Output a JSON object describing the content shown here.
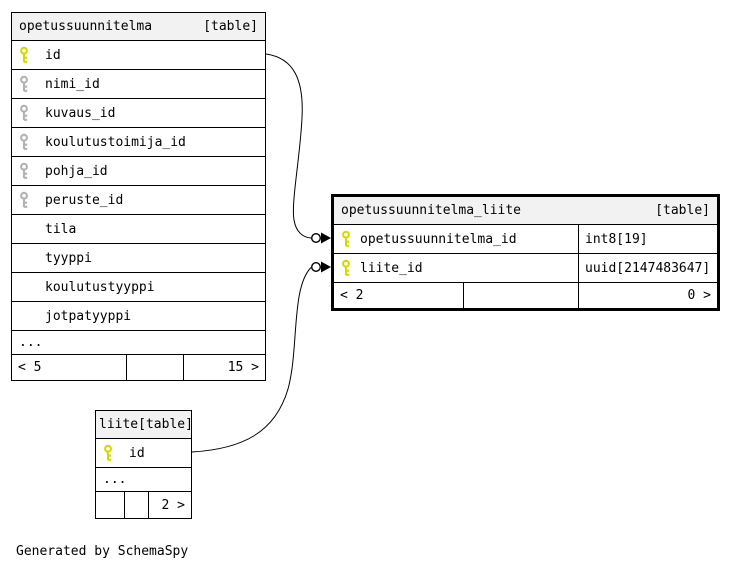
{
  "app": {
    "credit": "Generated by SchemaSpy"
  },
  "colors": {
    "primary_key_icon": "#d4da00",
    "secondary_key_icon": "#b3b3b3",
    "table_header_bg": "#f2f2f2",
    "relationship_line": "#000000"
  },
  "tables": {
    "opetussuunnitelma": {
      "title": "opetussuunnitelma",
      "tag": "[table]",
      "rows": [
        {
          "name": "id",
          "key": "primary"
        },
        {
          "name": "nimi_id",
          "key": "secondary"
        },
        {
          "name": "kuvaus_id",
          "key": "secondary"
        },
        {
          "name": "koulutustoimija_id",
          "key": "secondary"
        },
        {
          "name": "pohja_id",
          "key": "secondary"
        },
        {
          "name": "peruste_id",
          "key": "secondary"
        },
        {
          "name": "tila"
        },
        {
          "name": "tyyppi"
        },
        {
          "name": "koulutustyyppi"
        },
        {
          "name": "jotpatyyppi"
        }
      ],
      "ellipsis": "...",
      "pager": {
        "prev": "< 5",
        "next": "15 >"
      }
    },
    "opetussuunnitelma_liite": {
      "title": "opetussuunnitelma_liite",
      "tag": "[table]",
      "rows": [
        {
          "name": "opetussuunnitelma_id",
          "type": "int8[19]",
          "key": "primary"
        },
        {
          "name": "liite_id",
          "type": "uuid[2147483647]",
          "key": "primary"
        }
      ],
      "pager": {
        "prev": "< 2",
        "next": "0 >"
      }
    },
    "liite": {
      "title": "liite",
      "tag": "[table]",
      "rows": [
        {
          "name": "id",
          "key": "primary"
        }
      ],
      "ellipsis": "...",
      "pager": {
        "next": "2 >"
      }
    }
  }
}
